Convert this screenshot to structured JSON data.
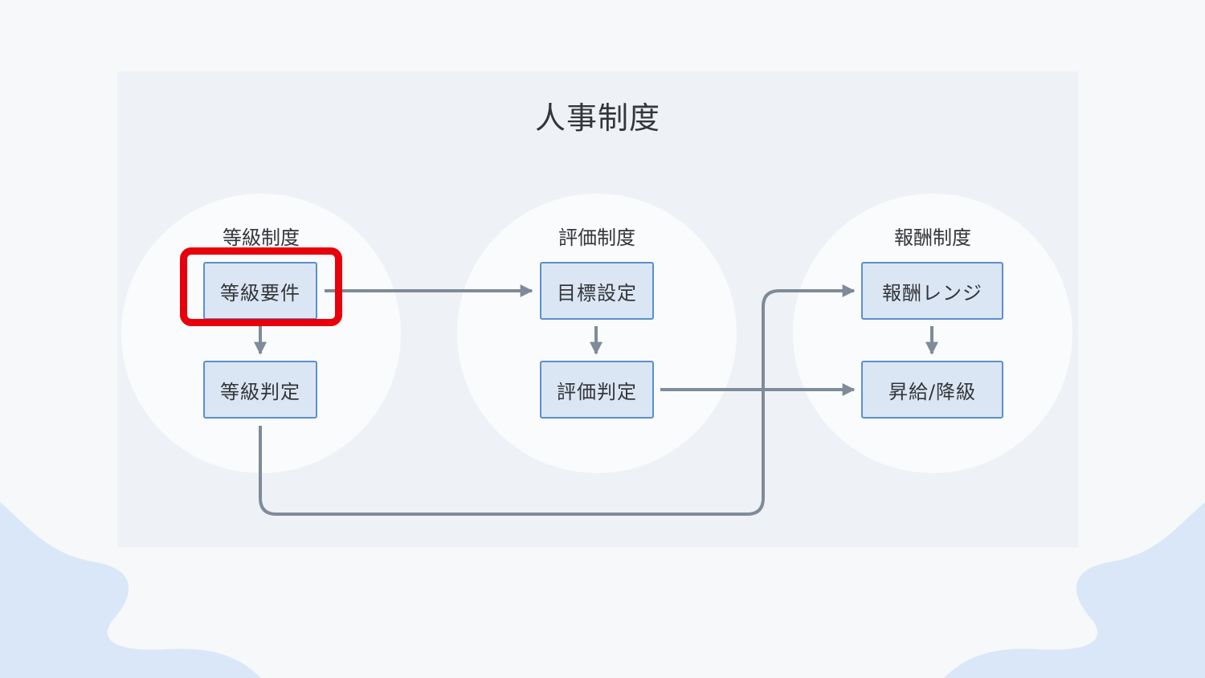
{
  "diagram": {
    "title": "人事制度",
    "groups": [
      {
        "id": "grade",
        "label": "等級制度",
        "nodes": [
          {
            "id": "grade-req",
            "label": "等級要件"
          },
          {
            "id": "grade-judge",
            "label": "等級判定"
          }
        ]
      },
      {
        "id": "eval",
        "label": "評価制度",
        "nodes": [
          {
            "id": "goal",
            "label": "目標設定"
          },
          {
            "id": "eval-judge",
            "label": "評価判定"
          }
        ]
      },
      {
        "id": "pay",
        "label": "報酬制度",
        "nodes": [
          {
            "id": "pay-range",
            "label": "報酬レンジ"
          },
          {
            "id": "raise",
            "label": "昇給/降級"
          }
        ]
      }
    ],
    "edges": [
      {
        "from": "grade-req",
        "to": "grade-judge"
      },
      {
        "from": "goal",
        "to": "eval-judge"
      },
      {
        "from": "pay-range",
        "to": "raise"
      },
      {
        "from": "grade-req",
        "to": "goal"
      },
      {
        "from": "eval-judge",
        "to": "raise"
      },
      {
        "from": "grade-judge",
        "to": "pay-range"
      }
    ],
    "highlighted_node": "grade-req",
    "colors": {
      "node_fill": "#dbe6f4",
      "node_border": "#5b8fcf",
      "connector": "#7f8b98",
      "highlight": "#e8000b"
    }
  }
}
